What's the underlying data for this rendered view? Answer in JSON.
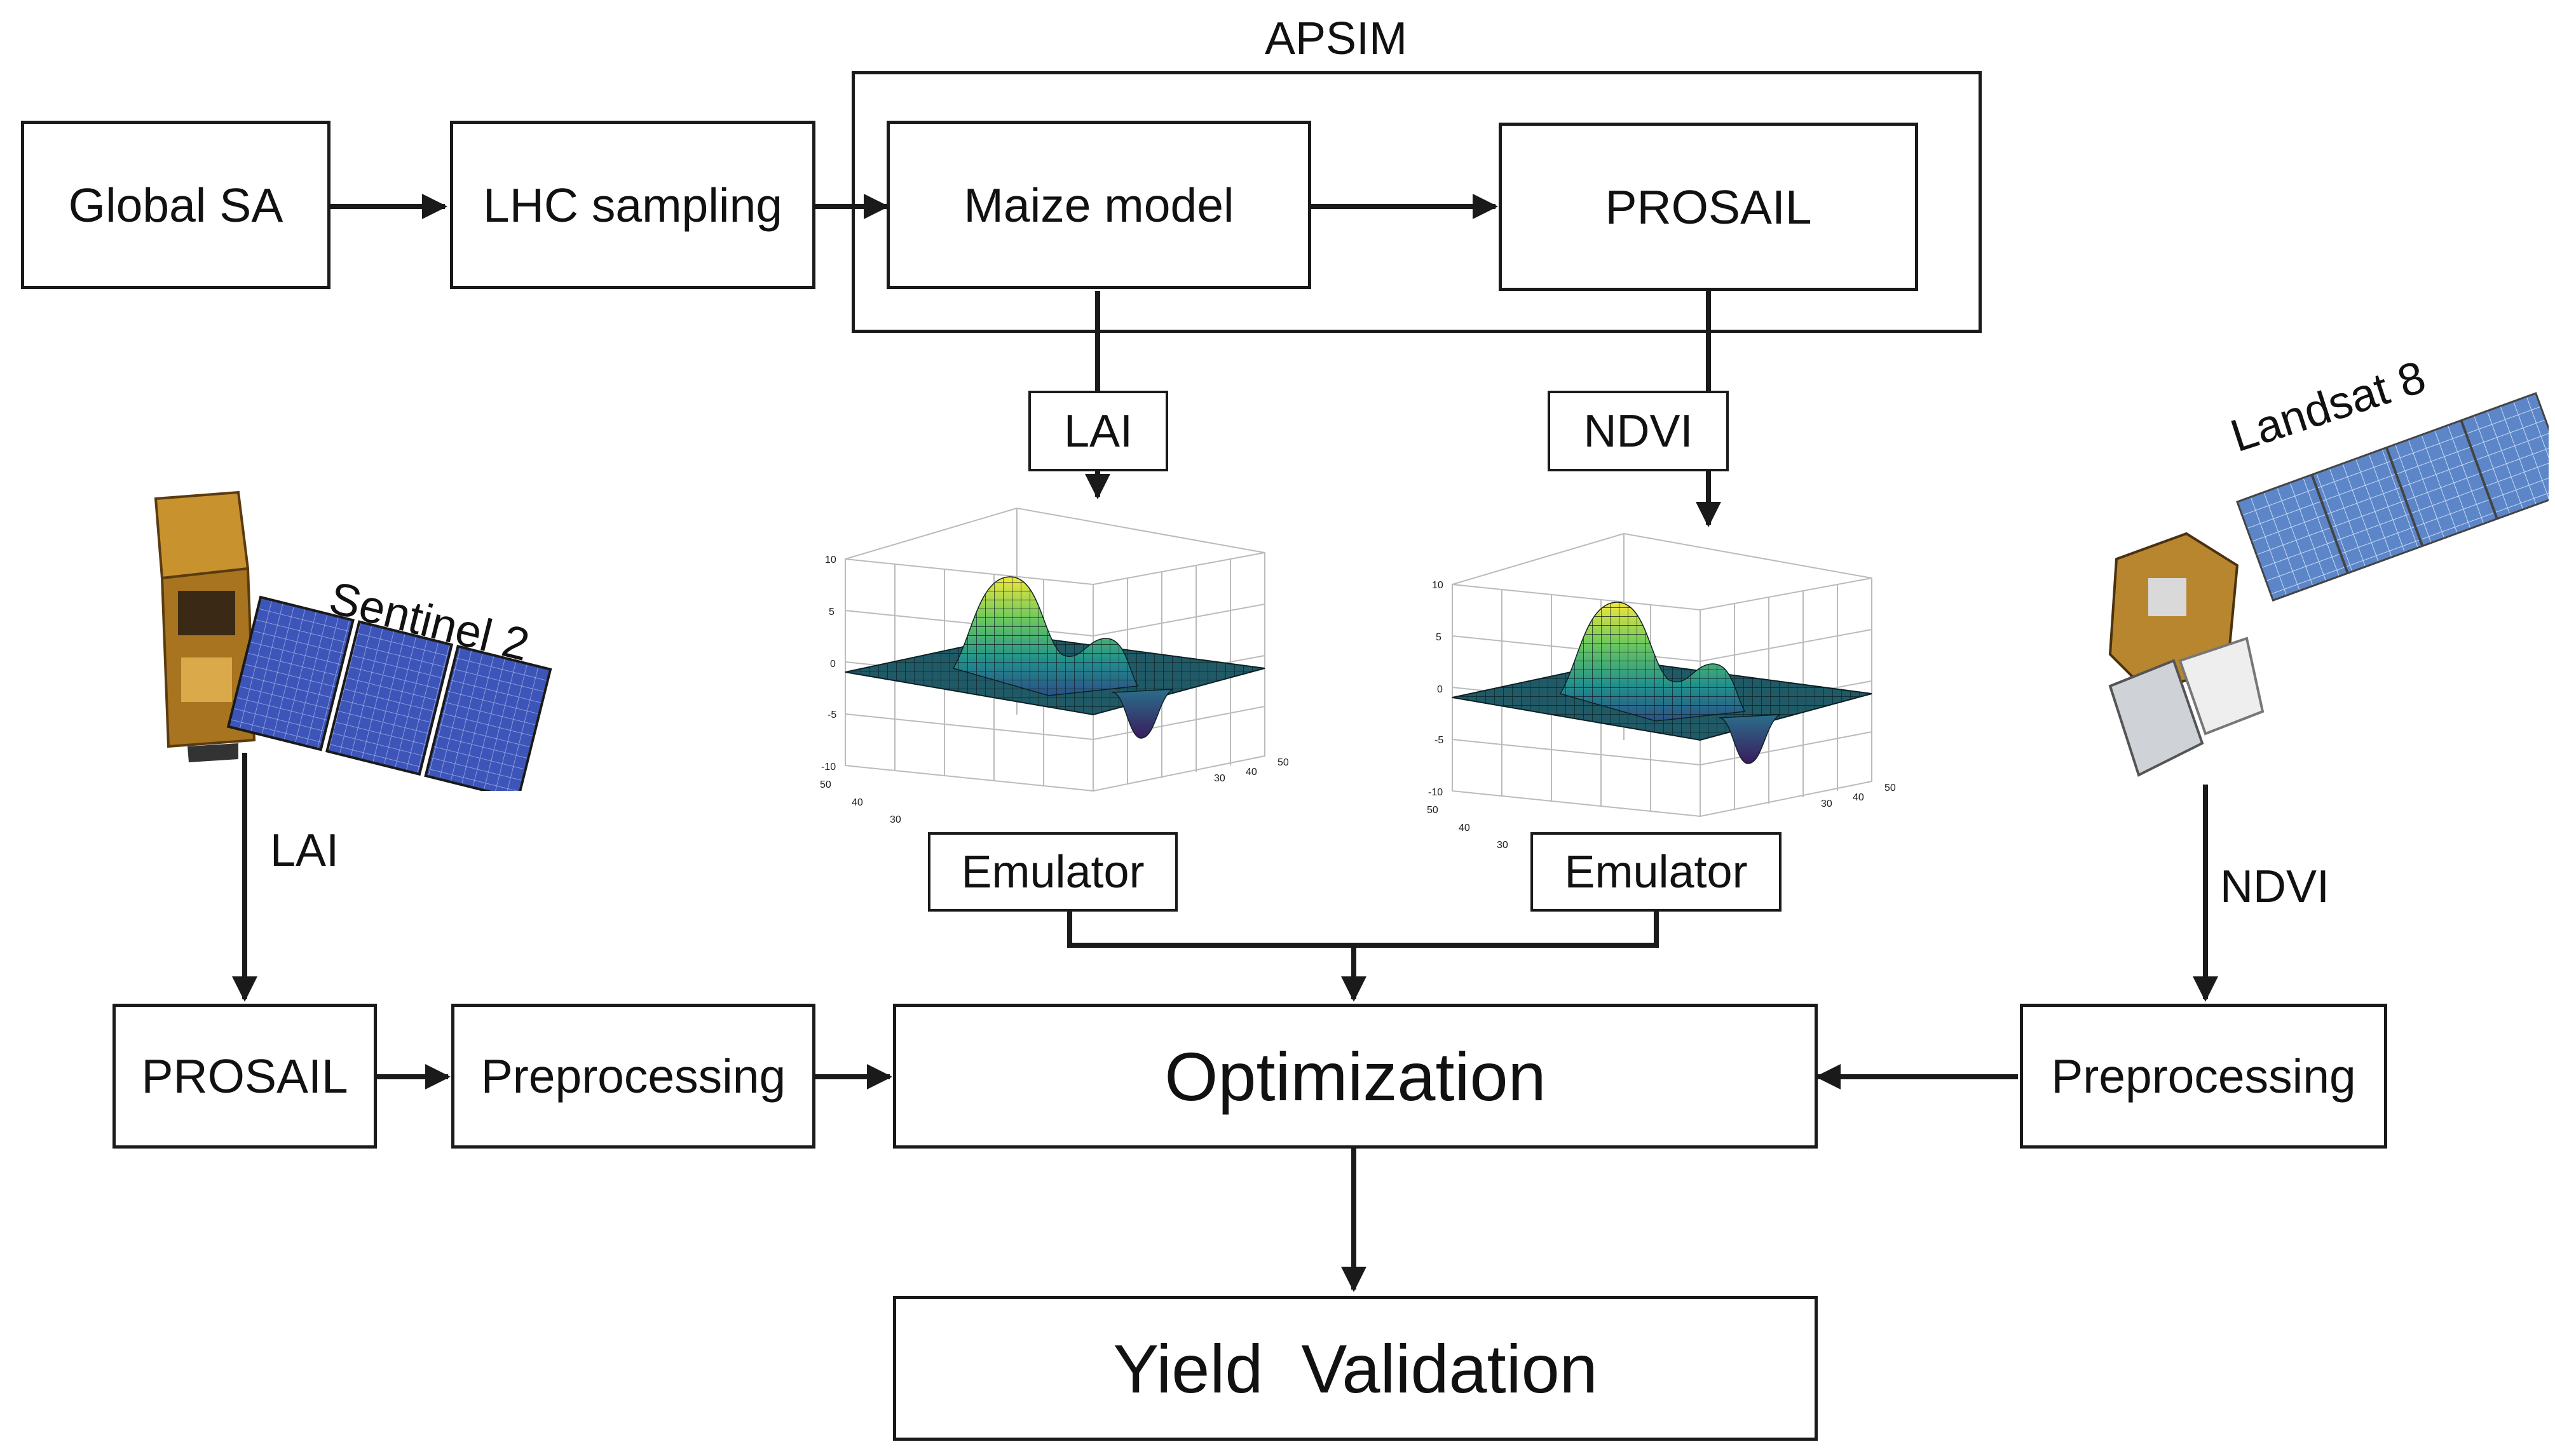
{
  "boxes": {
    "global_sa": "Global SA",
    "lhc_sampling": "LHC sampling",
    "maize_model": "Maize model",
    "prosail_top": "PROSAIL",
    "prosail_left": "PROSAIL",
    "preprocessing_left": "Preprocessing",
    "optimization": "Optimization",
    "preprocessing_right": "Preprocessing",
    "yield_validation": "Yield  Validation"
  },
  "apsim_label": "APSIM",
  "tags": {
    "lai_top": "LAI",
    "ndvi_top": "NDVI",
    "emulator_left": "Emulator",
    "emulator_right": "Emulator"
  },
  "side_labels": {
    "lai_left": "LAI",
    "ndvi_right": "NDVI"
  },
  "satellites": {
    "sentinel": "Sentinel 2",
    "landsat": "Landsat 8"
  },
  "surface_plot_ticks": {
    "z": [
      "10",
      "5",
      "0",
      "-5",
      "-10"
    ],
    "depth": [
      "50",
      "40",
      "30"
    ],
    "width": [
      "30",
      "40",
      "50"
    ]
  },
  "colors": {
    "line": "#1a1a1a",
    "panel_blue": "#3d55b8",
    "gold": "#b98a2e",
    "surface_flat": "#1f5a66"
  }
}
